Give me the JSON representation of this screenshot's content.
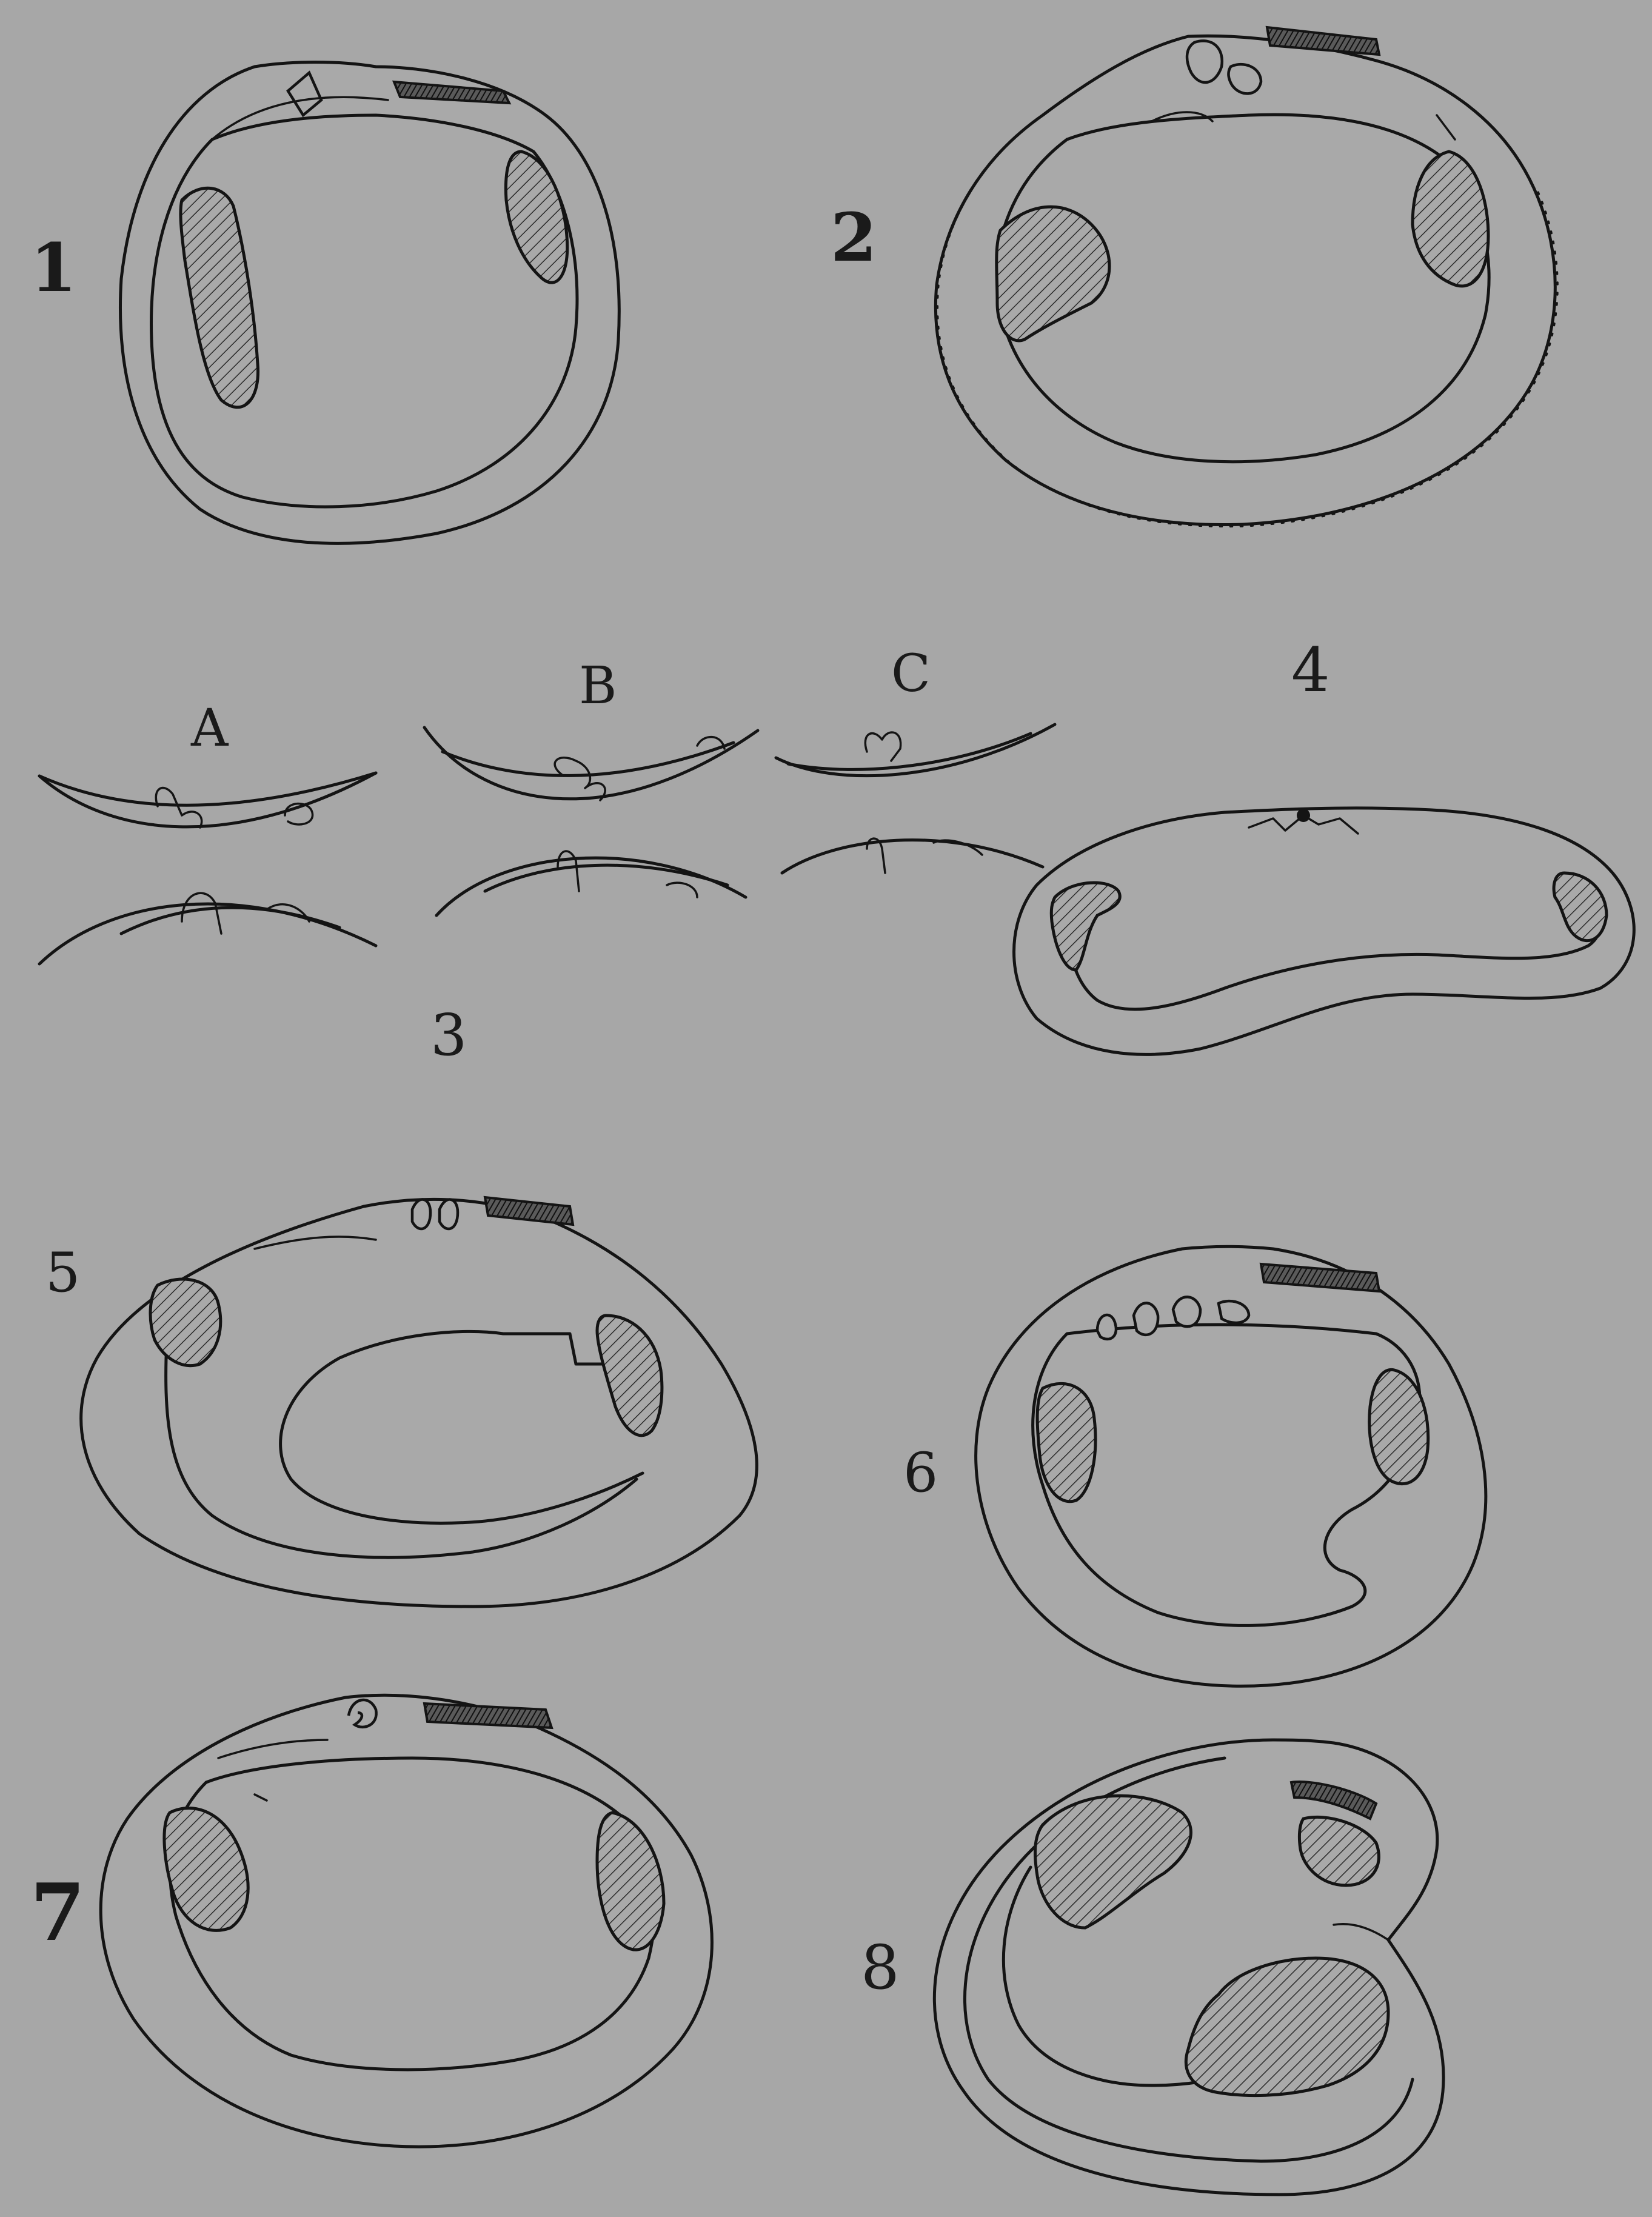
{
  "figures": [
    {
      "id": "fig1",
      "label": "1"
    },
    {
      "id": "fig2",
      "label": "2"
    },
    {
      "id": "fig3",
      "label": "3"
    },
    {
      "id": "fig3a",
      "label": "A"
    },
    {
      "id": "fig3b",
      "label": "B"
    },
    {
      "id": "fig3c",
      "label": "C"
    },
    {
      "id": "fig4",
      "label": "4"
    },
    {
      "id": "fig5",
      "label": "5"
    },
    {
      "id": "fig6",
      "label": "6"
    },
    {
      "id": "fig7",
      "label": "7"
    },
    {
      "id": "fig8",
      "label": "8"
    }
  ],
  "colors": {
    "background": "#a7a7a7",
    "ink": "#141414"
  }
}
